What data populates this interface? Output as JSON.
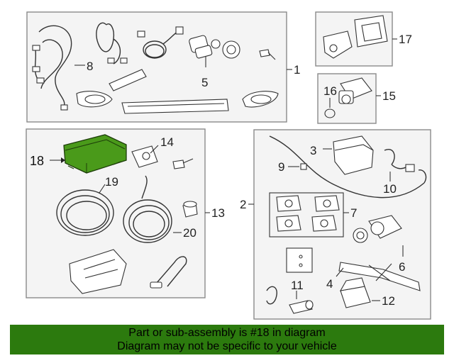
{
  "callouts": {
    "c1": "1",
    "c2": "2",
    "c3": "3",
    "c4": "4",
    "c5": "5",
    "c6": "6",
    "c7": "7",
    "c8": "8",
    "c9": "9",
    "c10": "10",
    "c11": "11",
    "c12": "12",
    "c13": "13",
    "c14": "14",
    "c15": "15",
    "c16": "16",
    "c17": "17",
    "c18": "18",
    "c19": "19",
    "c20": "20"
  },
  "colors": {
    "highlight_part": "#4a9a1a",
    "banner": "#2c7a0e"
  },
  "banner": {
    "line1": "Part or sub-assembly is #18 in diagram",
    "line2": "Diagram may not be specific to your vehicle"
  }
}
